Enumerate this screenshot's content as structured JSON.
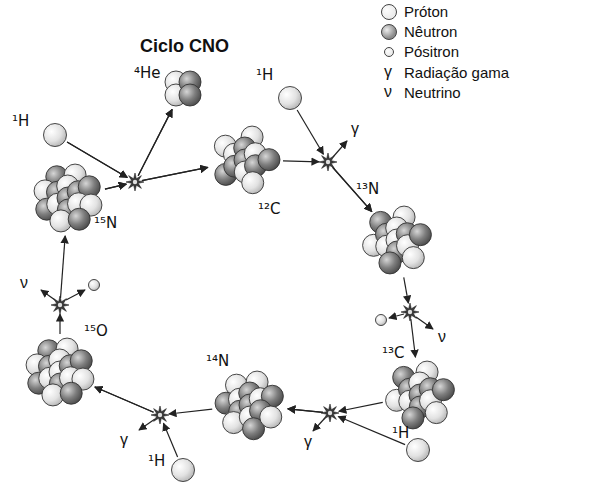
{
  "diagram": {
    "title": "Ciclo CNO",
    "nodes": [
      {
        "text": [
          "⁴He"
        ]
      },
      {
        "text": [
          "¹H"
        ]
      },
      {
        "text": [
          "¹²C"
        ]
      },
      {
        "text": [
          "¹H"
        ]
      },
      {
        "text": [
          "¹⁵N"
        ]
      },
      {
        "text": [
          "¹³N"
        ]
      },
      {
        "text": [
          "¹⁵O"
        ]
      },
      {
        "text": [
          "¹³C"
        ]
      },
      {
        "text": [
          "¹⁴N"
        ]
      },
      {
        "text": [
          "¹H"
        ]
      },
      {
        "text": [
          "¹H"
        ]
      }
    ],
    "edges": [
      {
        "from": 2,
        "to": 5,
        "arrow": "to"
      },
      {
        "from": 1,
        "to": 5,
        "arrow": "to"
      },
      {
        "from": 5,
        "to": 7,
        "arrow": "to"
      },
      {
        "from": 7,
        "to": 8,
        "arrow": "to"
      },
      {
        "from": 9,
        "to": 8,
        "arrow": "to"
      },
      {
        "from": 8,
        "to": 6,
        "arrow": "to"
      },
      {
        "from": 10,
        "to": 6,
        "arrow": "to"
      },
      {
        "from": 6,
        "to": 4,
        "arrow": "to"
      },
      {
        "from": 4,
        "to": 2,
        "arrow": "to"
      },
      {
        "from": 4,
        "to": 0,
        "arrow": "to"
      },
      {
        "from": 3,
        "to": 2,
        "arrow": "to"
      },
      {
        "from": 3,
        "to": 0,
        "arrow": "to"
      }
    ],
    "labels": [
      "γ",
      "ν",
      "γ",
      "ν",
      "γ",
      "γ",
      "ν"
    ],
    "legend": [
      {
        "text": "Próton",
        "color": "#ececec"
      },
      {
        "text": "Nêutron",
        "color": "#8c8c8c"
      },
      {
        "text": "Pósitron",
        "color": "#ececec"
      },
      {
        "text": "Radiação gama"
      },
      {
        "text": "Neutrino"
      }
    ]
  }
}
